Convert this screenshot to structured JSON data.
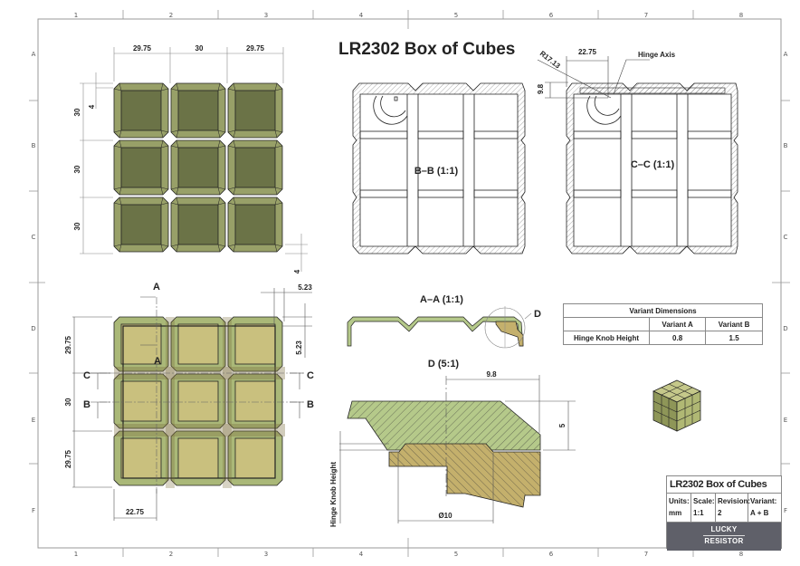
{
  "drawing": {
    "title": "LR2302 Box of Cubes",
    "columns": [
      "1",
      "2",
      "3",
      "4",
      "5",
      "6",
      "7",
      "8"
    ],
    "rows": [
      "A",
      "B",
      "C",
      "D",
      "E",
      "F"
    ]
  },
  "views": {
    "top_view": {
      "dimensions": {
        "width_left": "29.75",
        "width_middle": "30",
        "width_right": "29.75",
        "height_top": "30",
        "height_middle": "30",
        "height_bottom": "30",
        "chamfer_top": "4",
        "chamfer_bottom": "4"
      },
      "fill_color": "#6b7347"
    },
    "bottom_view": {
      "section_labels": {
        "a": "A",
        "b": "B",
        "c": "C"
      },
      "dimensions": {
        "height_top": "29.75",
        "height_middle": "30",
        "height_bottom": "29.75",
        "inset_x": "5.23",
        "inset_y": "5.23",
        "hinge_offset": "22.75"
      },
      "fill_color": "#c8bf7c"
    },
    "section_bb": {
      "label": "B–B (1:1)"
    },
    "section_cc": {
      "label": "C–C (1:1)",
      "radius": "R17.13",
      "hinge_offset": "22.75",
      "hinge_depth": "9.8",
      "hinge_axis_label": "Hinge Axis"
    },
    "section_aa": {
      "label": "A–A (1:1)",
      "detail_marker": "D"
    },
    "detail_d": {
      "label": "D (5:1)",
      "width": "9.8",
      "height": "5",
      "diameter": "Ø10",
      "hinge_knob_label": "Hinge Knob Height"
    }
  },
  "variant_table": {
    "title": "Variant Dimensions",
    "headers": [
      "",
      "Variant A",
      "Variant B"
    ],
    "rows": [
      {
        "label": "Hinge Knob Height",
        "a": "0.8",
        "b": "1.5"
      }
    ]
  },
  "title_block": {
    "title": "LR2302 Box of Cubes",
    "fields": [
      {
        "label": "Units:",
        "value": "mm"
      },
      {
        "label": "Scale:",
        "value": "1:1"
      },
      {
        "label": "Revision:",
        "value": "2"
      },
      {
        "label": "Variant:",
        "value": "A + B"
      }
    ],
    "logo_line1": "LUCKY",
    "logo_line2": "RESISTOR"
  },
  "colors": {
    "olive_dark": "#6b7347",
    "olive_bevel": "#98a068",
    "tan_fill": "#c9c07e",
    "green_section": "#b5c98a",
    "tan_section": "#c4b06c",
    "logo_bg": "#5f6069"
  }
}
